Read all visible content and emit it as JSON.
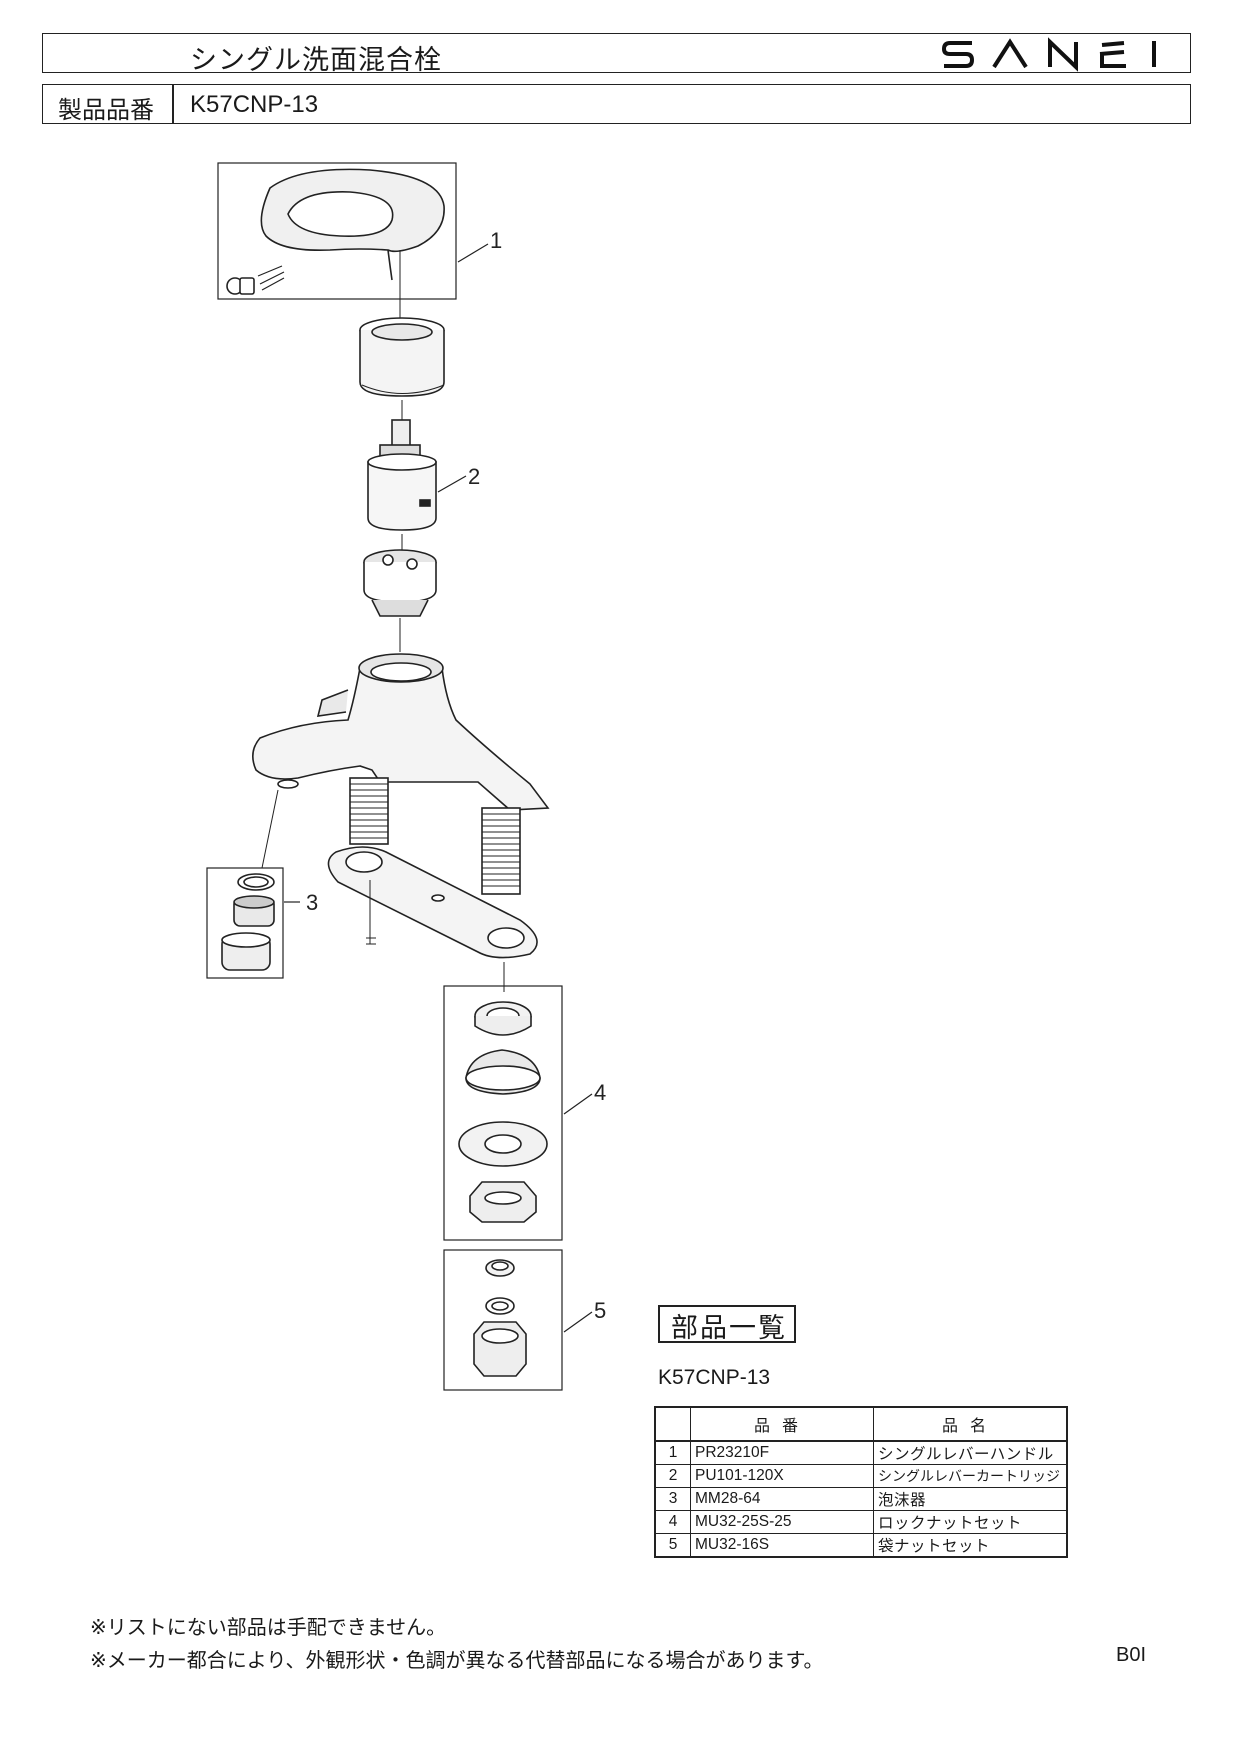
{
  "header": {
    "title": "シングル洗面混合栓",
    "brand": "SANEI",
    "product_label": "製品品番",
    "product_number": "K57CNP-13"
  },
  "diagram": {
    "callouts": [
      "1",
      "2",
      "3",
      "4",
      "5"
    ]
  },
  "parts_list": {
    "heading": "部品一覧",
    "model": "K57CNP-13",
    "columns": [
      "",
      "品番",
      "品名"
    ],
    "rows": [
      {
        "no": "1",
        "code": "PR23210F",
        "name": "シングルレバーハンドル"
      },
      {
        "no": "2",
        "code": "PU101-120X",
        "name": "シングルレバーカートリッジ"
      },
      {
        "no": "3",
        "code": "MM28-64",
        "name": "泡沫器"
      },
      {
        "no": "4",
        "code": "MU32-25S-25",
        "name": "ロックナットセット"
      },
      {
        "no": "5",
        "code": "MU32-16S",
        "name": "袋ナットセット"
      }
    ]
  },
  "notes": {
    "line1": "※リストにない部品は手配できません。",
    "line2": "※メーカー都合により、外観形状・色調が異なる代替部品になる場合があります。"
  },
  "page_code": "B0I"
}
